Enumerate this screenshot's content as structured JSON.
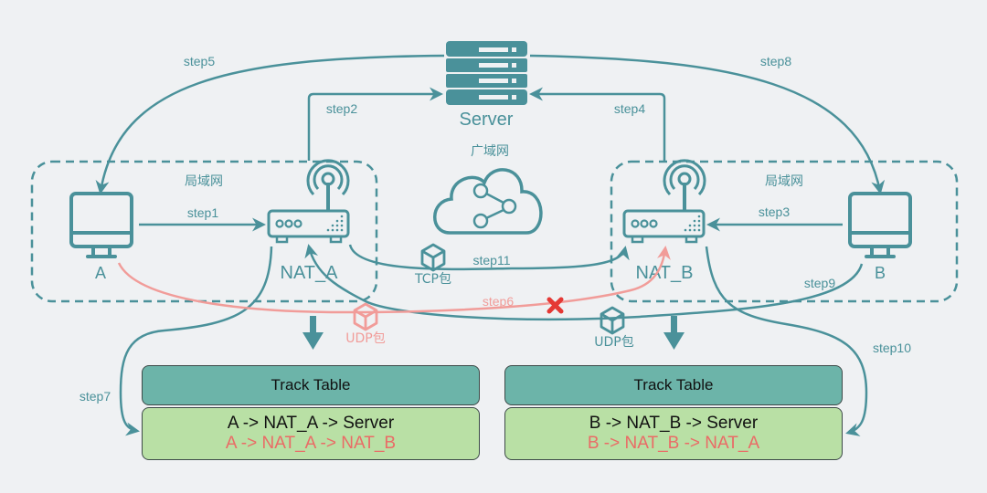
{
  "colors": {
    "primary": "#4a919a",
    "failed": "#f19c99",
    "blocked": "#e53935",
    "table_header": "#6cb4a9",
    "table_body": "#b9e0a5",
    "row_failed_text": "#ea6b66",
    "background": "#eff1f3"
  },
  "nodes": {
    "server": "Server",
    "wan": "广域网",
    "lan_left": "局域网",
    "lan_right": "局域网",
    "host_a": "A",
    "host_b": "B",
    "nat_a": "NAT_A",
    "nat_b": "NAT_B"
  },
  "steps": {
    "step1": "step1",
    "step2": "step2",
    "step3": "step3",
    "step4": "step4",
    "step5": "step5",
    "step6": "step6",
    "step7": "step7",
    "step8": "step8",
    "step9": "step9",
    "step10": "step10",
    "step11": "step11"
  },
  "packets": {
    "tcp": "TCP包",
    "udp_failed": "UDP包",
    "udp_ok": "UDP包"
  },
  "tables": [
    {
      "header": "Track Table",
      "rows": [
        {
          "text": "A -> NAT_A -> Server",
          "status": "ok"
        },
        {
          "text": "A -> NAT_A -> NAT_B",
          "status": "failed"
        }
      ]
    },
    {
      "header": "Track Table",
      "rows": [
        {
          "text": "B -> NAT_B -> Server",
          "status": "ok"
        },
        {
          "text": "B -> NAT_B -> NAT_A",
          "status": "failed"
        }
      ]
    }
  ]
}
